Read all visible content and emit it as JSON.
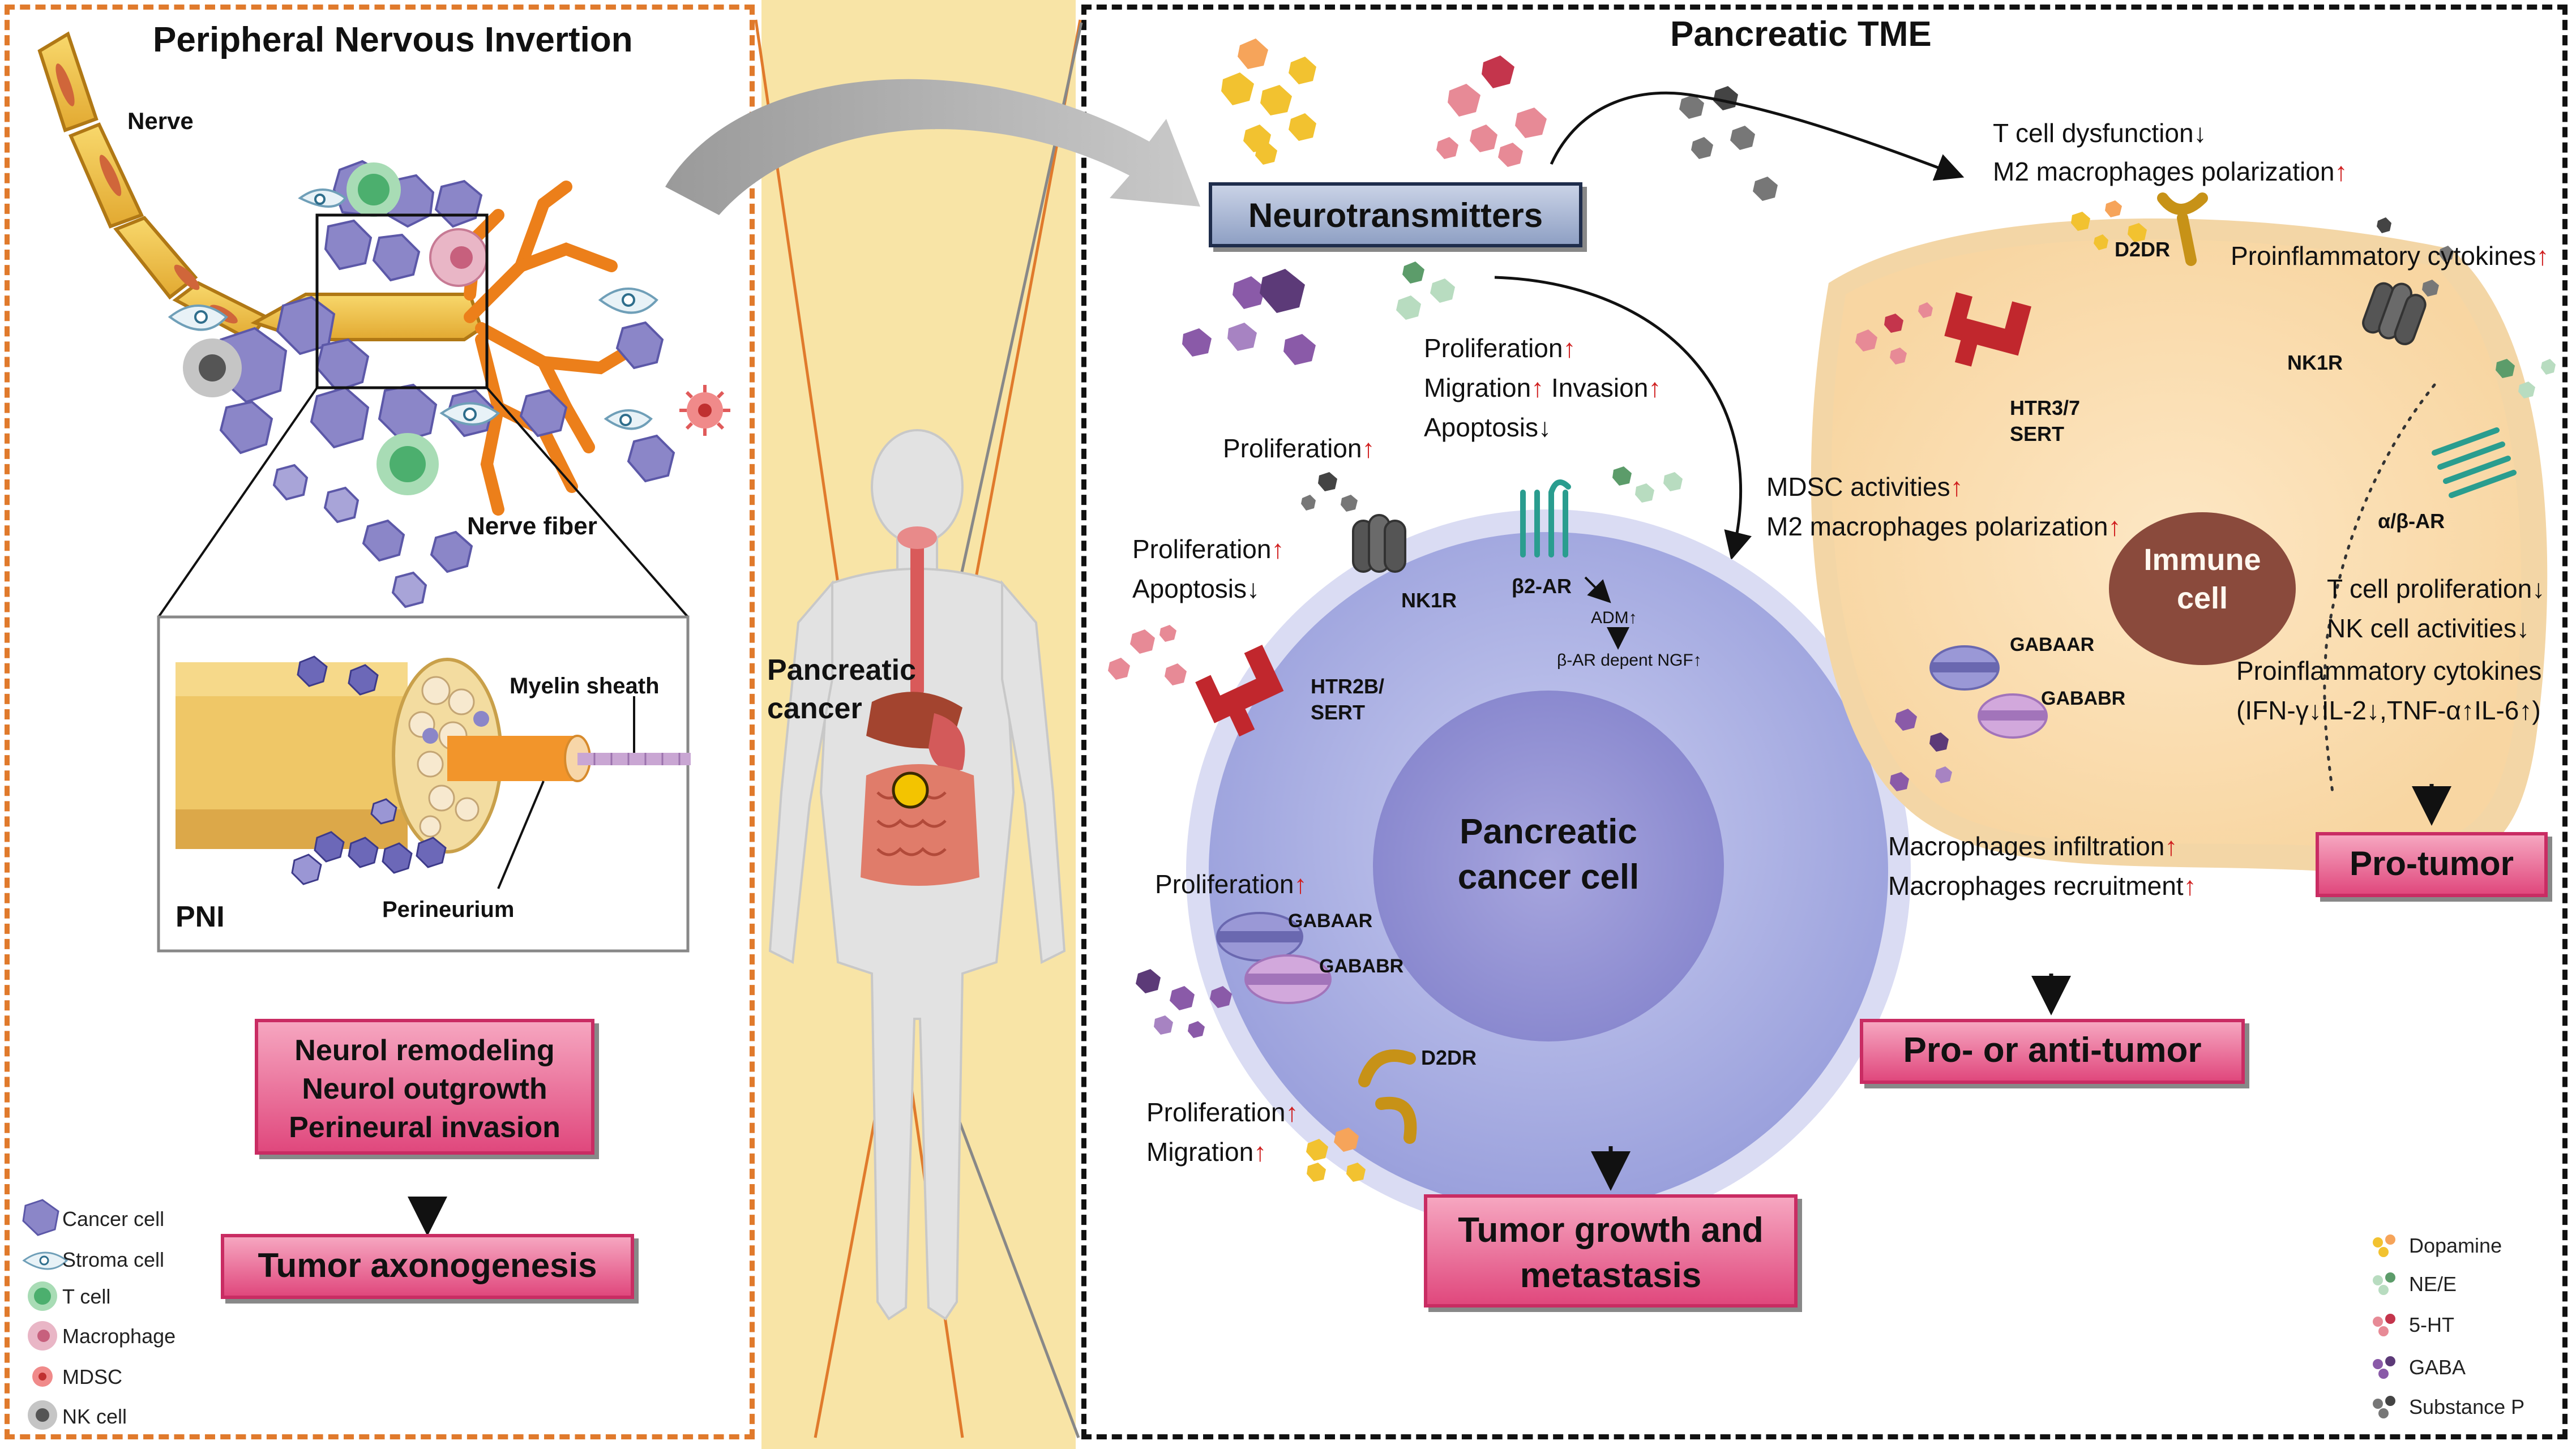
{
  "left_panel": {
    "title": "Peripheral Nervous Invertion",
    "nerve_label": "Nerve",
    "nerve_fiber_label": "Nerve fiber",
    "myelin_label": "Myelin sheath",
    "pni_label": "PNI",
    "perineurium_label": "Perineurium",
    "box_lines": [
      "Neurol remodeling",
      "Neurol outgrowth",
      "Perineural invasion"
    ],
    "result": "Tumor axonogenesis"
  },
  "legend_left": {
    "items": [
      {
        "label": "Cancer cell",
        "icon": "cancer-cell-icon",
        "color": "#8b86c8"
      },
      {
        "label": "Stroma cell",
        "icon": "stroma-cell-icon",
        "color": "#cfe3ee"
      },
      {
        "label": "T cell",
        "icon": "t-cell-icon",
        "color": "#4caf6e"
      },
      {
        "label": "Macrophage",
        "icon": "macrophage-icon",
        "color": "#d88aa2"
      },
      {
        "label": "MDSC",
        "icon": "mdsc-icon",
        "color": "#e05a5a"
      },
      {
        "label": "NK cell",
        "icon": "nk-cell-icon",
        "color": "#8a8a8a"
      }
    ]
  },
  "center": {
    "label_line1": "Pancreatic",
    "label_line2": "cancer"
  },
  "right_panel": {
    "title": "Pancreatic TME",
    "neurotransmitters": "Neurotransmitters",
    "tcell_dysfunction": "T cell dysfunction↓",
    "m2_polarization_top": "M2 macrophages polarization",
    "prolif_invasion": {
      "l1": "Proliferation",
      "l2a": "Migration",
      "l2b": "Invasion",
      "l3": "Apoptosis↓"
    },
    "cancer_cell": {
      "name_l1": "Pancreatic",
      "name_l2": "cancer cell",
      "prolif_nk1r": "Proliferation",
      "prolif_htr": "Proliferation",
      "apoptosis": "Apoptosis↓",
      "nk1r": "NK1R",
      "b2ar": "β2-AR",
      "adm": "ADM↑",
      "bar_ngf": "β-AR depent NGF↑",
      "htr2b": "HTR2B/",
      "sert": "SERT",
      "prolif_gaba": "Proliferation",
      "gaba_a": "GABAAR",
      "gaba_b": "GABABR",
      "d2dr": "D2DR",
      "prolif_d2dr": "Proliferation",
      "migration_d2dr": "Migration",
      "result_l1": "Tumor growth and",
      "result_l2": "metastasis"
    },
    "mdsc_lines": [
      "MDSC activities",
      "M2 macrophages polarization"
    ],
    "macrophage_lines": [
      "Macrophages infiltration",
      "Macrophages recruitment"
    ],
    "middle_result": "Pro- or anti-tumor",
    "immune_cell": {
      "name_l1": "Immune",
      "name_l2": "cell",
      "d2dr": "D2DR",
      "htr37": "HTR3/7",
      "sert": "SERT",
      "nk1r": "NK1R",
      "proinflam_top": "Proinflammatory cytokines",
      "abar": "α/β-AR",
      "gaba_a": "GABAAR",
      "gaba_b": "GABABR",
      "tcell_prolif": "T cell proliferation↓",
      "nk_activities": "NK cell activities↓",
      "proinflam_bottom": "Proinflammatory cytokines",
      "cytokine_line": "(IFN-γ↓IL-2↓,TNF-α↑IL-6↑)",
      "result": "Pro-tumor"
    }
  },
  "legend_right": {
    "items": [
      {
        "label": "Dopamine",
        "icon": "dopamine-icon",
        "color": "#f2c230"
      },
      {
        "label": "NE/E",
        "icon": "ne-e-icon",
        "color": "#b8dcc0"
      },
      {
        "label": "5-HT",
        "icon": "serotonin-icon",
        "color": "#e78a96"
      },
      {
        "label": "GABA",
        "icon": "gaba-icon",
        "color": "#8a5aa8"
      },
      {
        "label": "Substance P",
        "icon": "substance-p-icon",
        "color": "#777777"
      }
    ]
  },
  "arrow_up": "↑"
}
